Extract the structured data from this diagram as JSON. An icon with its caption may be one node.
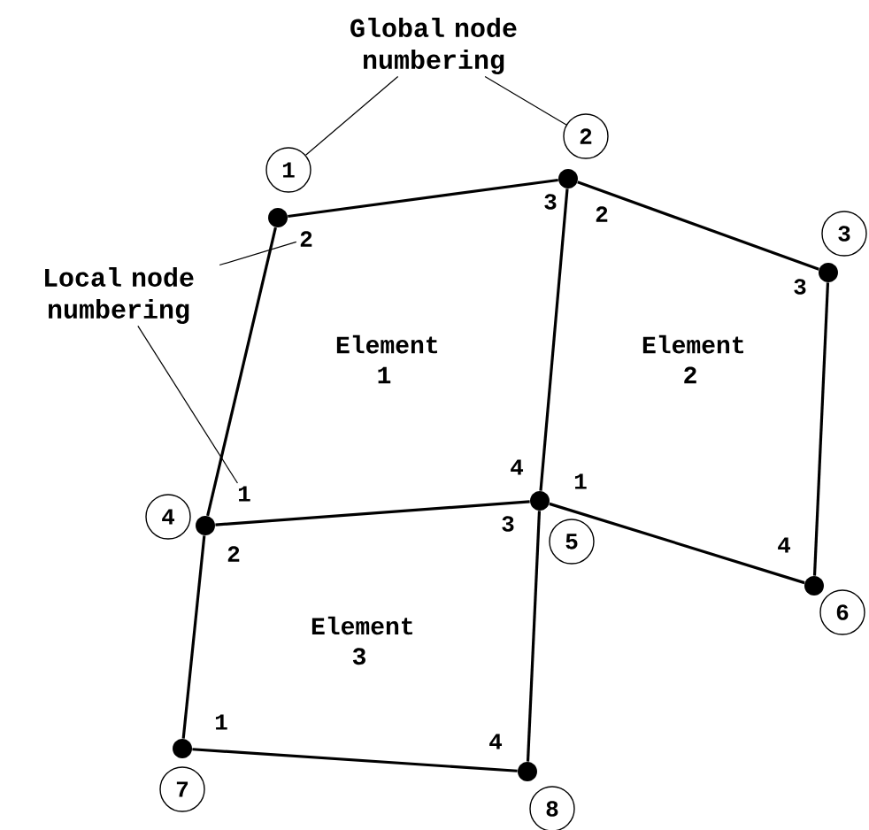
{
  "diagram": {
    "nodes": [
      {
        "text": [
          "Global node numbering"
        ]
      },
      {
        "text": [
          "Local node numbering"
        ]
      },
      {
        "text": [
          "1"
        ]
      },
      {
        "text": [
          "2"
        ]
      },
      {
        "text": [
          "3"
        ]
      },
      {
        "text": [
          "4"
        ]
      },
      {
        "text": [
          "5"
        ]
      },
      {
        "text": [
          "6"
        ]
      },
      {
        "text": [
          "7"
        ]
      },
      {
        "text": [
          "8"
        ]
      },
      {
        "text": [],
        "shape": "circle"
      },
      {
        "text": [],
        "shape": "circle"
      },
      {
        "text": [],
        "shape": "circle"
      },
      {
        "text": [],
        "shape": "circle"
      },
      {
        "text": [],
        "shape": "circle"
      },
      {
        "text": [],
        "shape": "circle"
      },
      {
        "text": [],
        "shape": "circle"
      },
      {
        "text": [],
        "shape": "circle"
      },
      {
        "text": [
          "2"
        ]
      },
      {
        "text": [
          "1"
        ]
      }
    ],
    "edges": [
      {
        "from": 10,
        "to": 11,
        "arrow": "none"
      },
      {
        "from": 11,
        "to": 12,
        "arrow": "none"
      },
      {
        "from": 10,
        "to": 13,
        "arrow": "none"
      },
      {
        "from": 11,
        "to": 14,
        "arrow": "none"
      },
      {
        "from": 12,
        "to": 15,
        "arrow": "none"
      },
      {
        "from": 13,
        "to": 14,
        "arrow": "none"
      },
      {
        "from": 14,
        "to": 15,
        "arrow": "none"
      },
      {
        "from": 13,
        "to": 16,
        "arrow": "none"
      },
      {
        "from": 14,
        "to": 17,
        "arrow": "none"
      },
      {
        "from": 16,
        "to": 17,
        "arrow": "none"
      },
      {
        "from": 0,
        "to": 2,
        "arrow": "none"
      },
      {
        "from": 0,
        "to": 3,
        "arrow": "none"
      },
      {
        "from": 1,
        "to": 18,
        "arrow": "none"
      },
      {
        "from": 1,
        "to": 19,
        "arrow": "none"
      }
    ],
    "labels": [
      "3",
      "2",
      "3",
      "Element 1",
      "Element 2",
      "4",
      "1",
      "3",
      "4",
      "2",
      "Element 3",
      "1",
      "4"
    ]
  }
}
